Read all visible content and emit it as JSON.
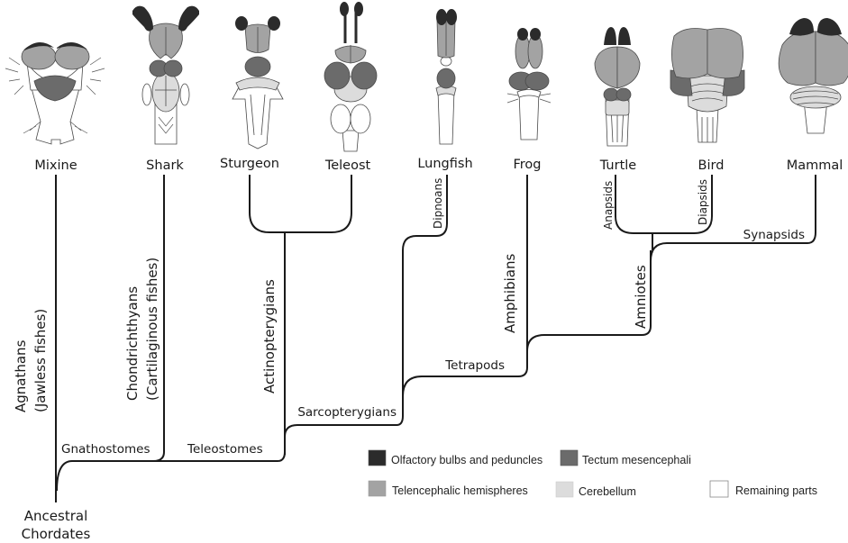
{
  "title": "Evolution of vertebrate brain regions",
  "colors": {
    "olfactory": "#2b2b2b",
    "tectum": "#6b6b6b",
    "telencephalon": "#a3a3a3",
    "cerebellum": "#dcdcdc",
    "remaining": "#ffffff",
    "line": "#1a1a1a"
  },
  "species": [
    {
      "id": "mixine",
      "label": "Mixine"
    },
    {
      "id": "shark",
      "label": "Shark"
    },
    {
      "id": "sturgeon",
      "label": "Sturgeon"
    },
    {
      "id": "teleost",
      "label": "Teleost"
    },
    {
      "id": "lungfish",
      "label": "Lungfish"
    },
    {
      "id": "frog",
      "label": "Frog"
    },
    {
      "id": "turtle",
      "label": "Turtle"
    },
    {
      "id": "bird",
      "label": "Bird"
    },
    {
      "id": "mammal",
      "label": "Mammal"
    }
  ],
  "clades": {
    "agnathans": [
      "Agnathans",
      "(Jawless fishes)"
    ],
    "chondrichthyans": [
      "Chondrichthyans",
      "(Cartilaginous fishes)"
    ],
    "actinopterygians": "Actinopterygians",
    "dipnoans": "Dipnoans",
    "amphibians": "Amphibians",
    "anapsids": "Anapsids",
    "diapsids": "Diapsids",
    "synapsids": "Synapsids",
    "amniotes": "Amniotes",
    "tetrapods": "Tetrapods",
    "sarcopterygians": "Sarcopterygians",
    "gnathostomes": "Gnathostomes",
    "teleostomes": "Teleostomes"
  },
  "root": [
    "Ancestral",
    "Chordates"
  ],
  "legend": [
    {
      "key": "olfactory",
      "label": "Olfactory bulbs and peduncles"
    },
    {
      "key": "tectum",
      "label": "Tectum mesencephali"
    },
    {
      "key": "telencephalon",
      "label": "Telencephalic hemispheres"
    },
    {
      "key": "cerebellum",
      "label": "Cerebellum"
    },
    {
      "key": "remaining",
      "label": "Remaining parts"
    }
  ]
}
